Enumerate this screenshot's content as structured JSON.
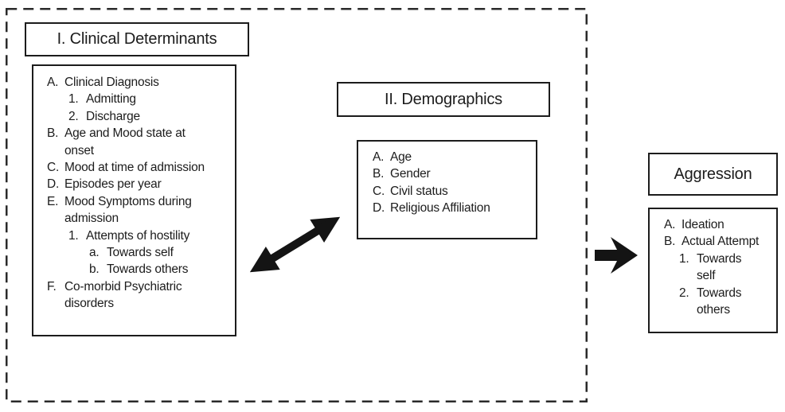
{
  "colors": {
    "ink": "#1c1c1c",
    "background": "#ffffff"
  },
  "clinical": {
    "title": "I. Clinical Determinants",
    "items": [
      {
        "n": "A.",
        "t": "Clinical Diagnosis"
      },
      {
        "n": "1.",
        "t": "Admitting"
      },
      {
        "n": "2.",
        "t": "Discharge"
      },
      {
        "n": "B.",
        "t": "Age and Mood state at"
      },
      {
        "n": "",
        "t": "onset"
      },
      {
        "n": "C.",
        "t": "Mood at time of admission"
      },
      {
        "n": "D.",
        "t": "Episodes per year"
      },
      {
        "n": "E.",
        "t": "Mood Symptoms during"
      },
      {
        "n": "",
        "t": "admission"
      },
      {
        "n": "1.",
        "t": "Attempts of hostility"
      },
      {
        "n": "a.",
        "t": "Towards self"
      },
      {
        "n": "b.",
        "t": "Towards others"
      },
      {
        "n": "F.",
        "t": "Co-morbid Psychiatric"
      },
      {
        "n": "",
        "t": "disorders"
      }
    ]
  },
  "demographics": {
    "title": "II. Demographics",
    "items": [
      {
        "n": "A.",
        "t": "Age"
      },
      {
        "n": "B.",
        "t": "Gender"
      },
      {
        "n": "C.",
        "t": "Civil status"
      },
      {
        "n": "D.",
        "t": "Religious Affiliation"
      }
    ]
  },
  "aggression": {
    "title": "Aggression",
    "items": [
      {
        "n": "A.",
        "t": "Ideation"
      },
      {
        "n": "B.",
        "t": "Actual Attempt"
      },
      {
        "n": "1.",
        "t": "Towards"
      },
      {
        "n": "",
        "t": "self"
      },
      {
        "n": "2.",
        "t": "Towards"
      },
      {
        "n": "",
        "t": "others"
      }
    ]
  },
  "icons": {
    "bidirectional_arrow": "double-headed-diagonal-arrow",
    "right_arrow": "bold-right-arrow"
  }
}
